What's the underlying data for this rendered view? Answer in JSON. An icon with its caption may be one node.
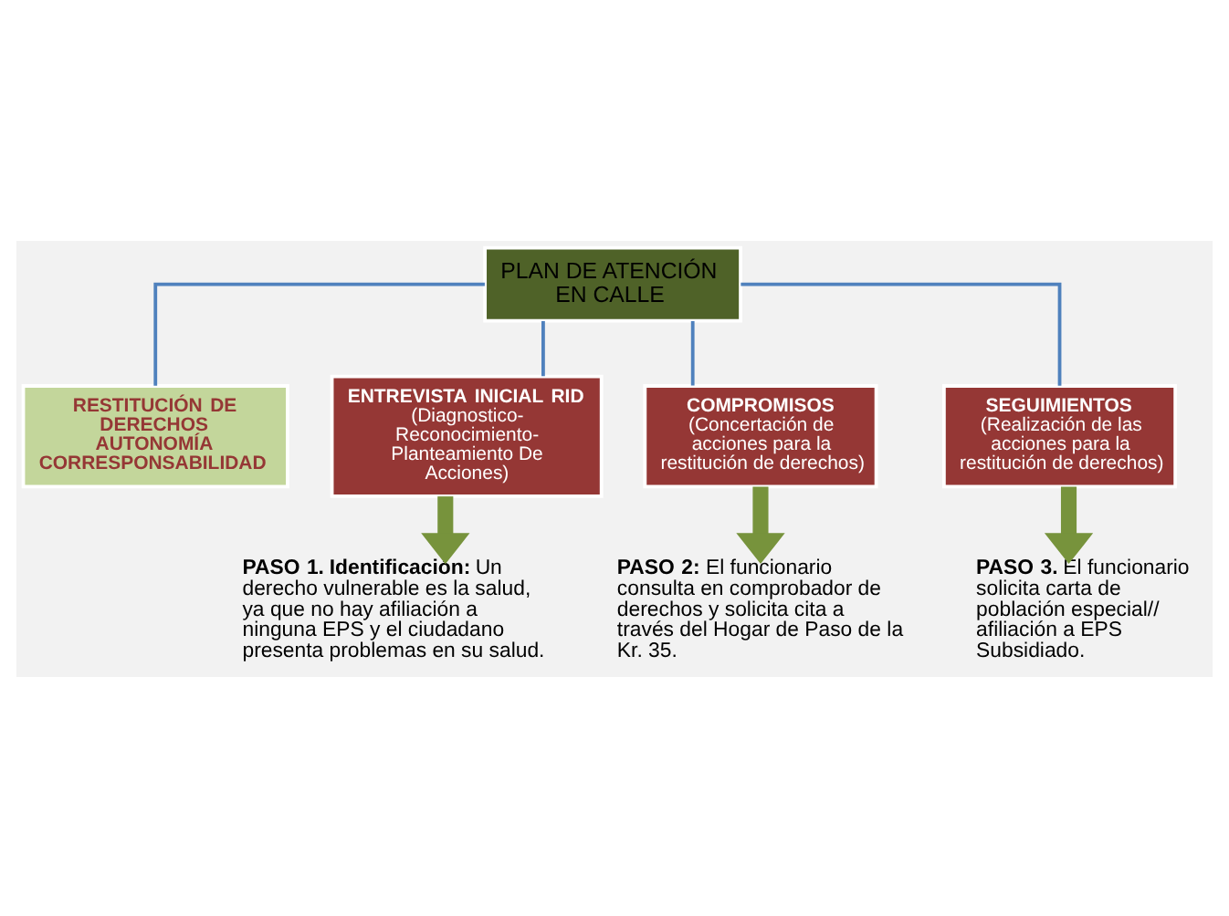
{
  "diagram": {
    "nodes": [
      {
        "text": [
          "PLAN DE ATENCIÓN EN CALLE"
        ]
      },
      {
        "text": [
          "RESTITUCIÓN DE DERECHOS",
          "AUTONOMÍA",
          "CORRESPONSABILIDAD"
        ]
      },
      {
        "text": [
          "ENTREVISTA INICIAL RID",
          "(Diagnostico- Reconocimiento- Planteamiento De Acciones)"
        ]
      },
      {
        "text": [
          "COMPROMISOS",
          "(Concertación de acciones para la restitución de derechos)"
        ]
      },
      {
        "text": [
          "SEGUIMIENTOS",
          "(Realización de las acciones para la restitución de derechos)"
        ]
      },
      {
        "text": [
          "**PASO 1. Identificación:** Un derecho vulnerable es la salud, ya que no hay afiliación a ninguna EPS y el ciudadano presenta problemas en su salud."
        ]
      },
      {
        "text": [
          "**PASO 2:** El funcionario consulta en comprobador de derechos y solicita cita a través del Hogar de Paso de la Kr. 35."
        ]
      },
      {
        "text": [
          "**PASO 3.** El funcionario solicita carta de población especial// afiliación a EPS Subsidiado."
        ]
      }
    ],
    "edges": [
      {
        "from": 0,
        "to": 1,
        "arrow": "none"
      },
      {
        "from": 0,
        "to": 2,
        "arrow": "none"
      },
      {
        "from": 0,
        "to": 3,
        "arrow": "none"
      },
      {
        "from": 0,
        "to": 4,
        "arrow": "none"
      },
      {
        "from": 2,
        "to": 5,
        "arrow": "to",
        "style": "thick",
        "color": "#77933c"
      },
      {
        "from": 3,
        "to": 6,
        "arrow": "to",
        "style": "thick",
        "color": "#77933c"
      },
      {
        "from": 4,
        "to": 7,
        "arrow": "to",
        "style": "thick",
        "color": "#77933c"
      }
    ]
  }
}
